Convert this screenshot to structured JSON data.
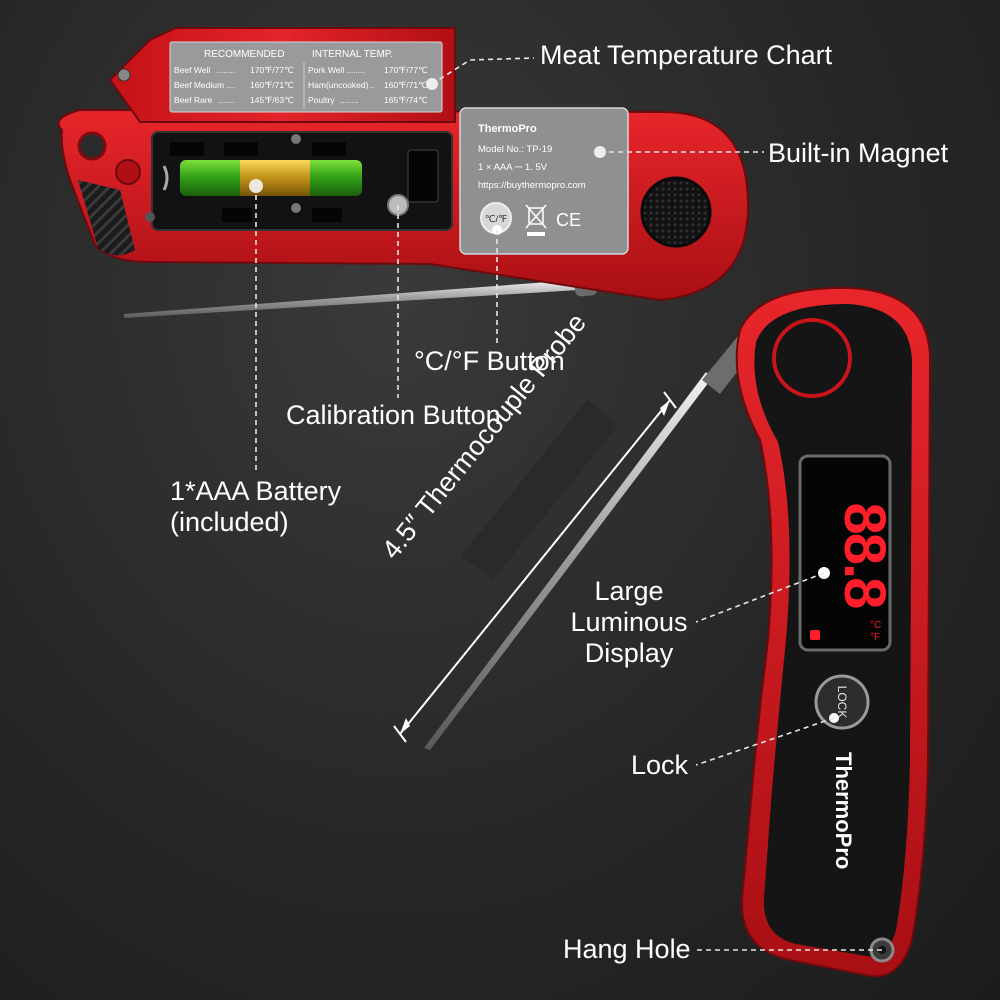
{
  "labels": {
    "meat_temp_chart": "Meat Temperature Chart",
    "built_in_magnet": "Built-in Magnet",
    "cf_button": "°C/°F Button",
    "calibration_button": "Calibration Button",
    "battery_line1": "1*AAA Battery",
    "battery_line2": "(included)",
    "probe": "4.5″ Thermocouple Probe",
    "display_line1": "Large",
    "display_line2": "Luminous",
    "display_line3": "Display",
    "lock": "Lock",
    "hang_hole": "Hang Hole"
  },
  "temp_chart": {
    "header_left": "RECOMMENDED",
    "header_right": "INTERNAL TEMP.",
    "rows_left": [
      {
        "name": "Beef Well",
        "dots": "........",
        "temp": "170℉/77℃"
      },
      {
        "name": "Beef Medium",
        "dots": "....",
        "temp": "160℉/71℃"
      },
      {
        "name": "Beef Rare",
        "dots": ".......",
        "temp": "145℉/63℃"
      }
    ],
    "rows_right": [
      {
        "name": "Pork Well",
        "dots": "........",
        "temp": "170℉/77℃"
      },
      {
        "name": "Ham(uncooked)",
        "dots": "..",
        "temp": "160℉/71℃"
      },
      {
        "name": "Poultry",
        "dots": "........",
        "temp": "165℉/74℃"
      }
    ]
  },
  "spec_label": {
    "brand": "ThermoPro",
    "model": "Model No.:  TP-19",
    "battery": "1 × AAA ⎓ 1. 5V",
    "url": "https://buythermopro.com",
    "button": "℃/℉",
    "ce_mark": "CE"
  },
  "device": {
    "brand_vertical": "ThermoPro",
    "lock_button": "LOCK",
    "display_digits": "88.8",
    "display_unit": "°F",
    "display_unit2": "°C"
  },
  "colors": {
    "red": "#d4161c",
    "dark_red": "#8d0d10",
    "black": "#151515",
    "label_gray": "#8f9092",
    "led_red": "#ff1e2a"
  }
}
